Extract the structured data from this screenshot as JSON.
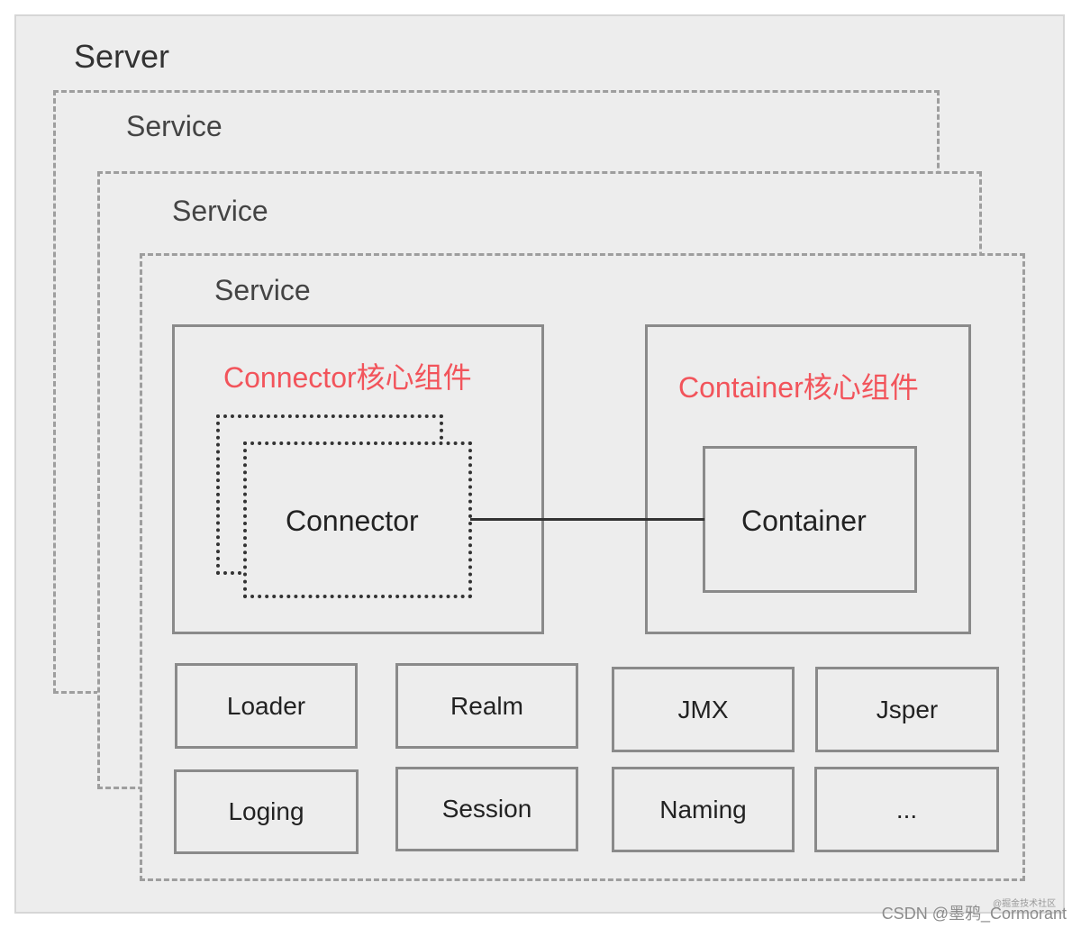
{
  "server": {
    "label": "Server"
  },
  "services": [
    {
      "label": "Service"
    },
    {
      "label": "Service"
    },
    {
      "label": "Service"
    }
  ],
  "connector_core": {
    "label": "Connector核心组件",
    "inner_label": "Connector"
  },
  "container_core": {
    "label": "Container核心组件",
    "inner_label": "Container"
  },
  "components": [
    {
      "label": "Loader"
    },
    {
      "label": "Realm"
    },
    {
      "label": "JMX"
    },
    {
      "label": "Jsper"
    },
    {
      "label": "Loging"
    },
    {
      "label": "Session"
    },
    {
      "label": "Naming"
    },
    {
      "label": "..."
    }
  ],
  "watermarks": {
    "small": "@掘金技术社区",
    "main": "CSDN @墨鸦_Cormorant"
  },
  "colors": {
    "highlight": "#f2545b",
    "frame_border": "#9e9e9e",
    "box_border": "#8a8a8a",
    "background": "#ededed"
  }
}
